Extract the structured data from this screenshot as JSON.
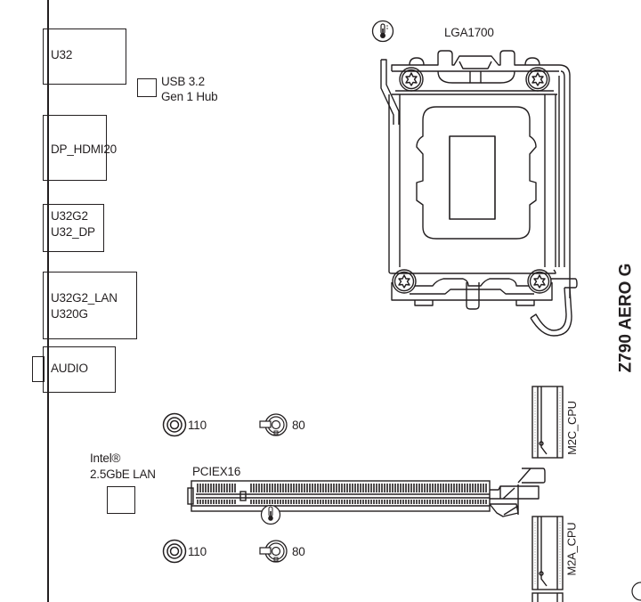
{
  "board": {
    "model": "Z790 AERO G"
  },
  "io_ports": [
    {
      "id": "u32",
      "lines": [
        "U32"
      ]
    },
    {
      "id": "dp-hdmi",
      "lines": [
        "DP_HDMI20"
      ]
    },
    {
      "id": "u32g2-dp",
      "lines": [
        "U32G2",
        "U32_DP"
      ]
    },
    {
      "id": "u32g2-lan",
      "lines": [
        "U32G2_LAN",
        "U320G"
      ]
    },
    {
      "id": "audio",
      "lines": [
        "AUDIO"
      ]
    }
  ],
  "chips": {
    "usb_hub": [
      "USB 3.2",
      "Gen 1 Hub"
    ],
    "lan": [
      "Intel®",
      "2.5GbE LAN"
    ]
  },
  "cpu_socket": {
    "label": "LGA1700",
    "sensor_icon": "thermometer-icon"
  },
  "pcie": {
    "label": "PCIEX16",
    "sensor_icon": "thermometer-icon"
  },
  "m2_slots": [
    {
      "label": "M2C_CPU"
    },
    {
      "label": "M2A_CPU"
    }
  ],
  "standoffs": [
    {
      "label": "110",
      "type": "standoff"
    },
    {
      "label": "80",
      "type": "m2-screw"
    },
    {
      "label": "110",
      "type": "standoff"
    },
    {
      "label": "80",
      "type": "m2-screw"
    }
  ],
  "colors": {
    "line": "#231f20",
    "background": "#ffffff"
  }
}
